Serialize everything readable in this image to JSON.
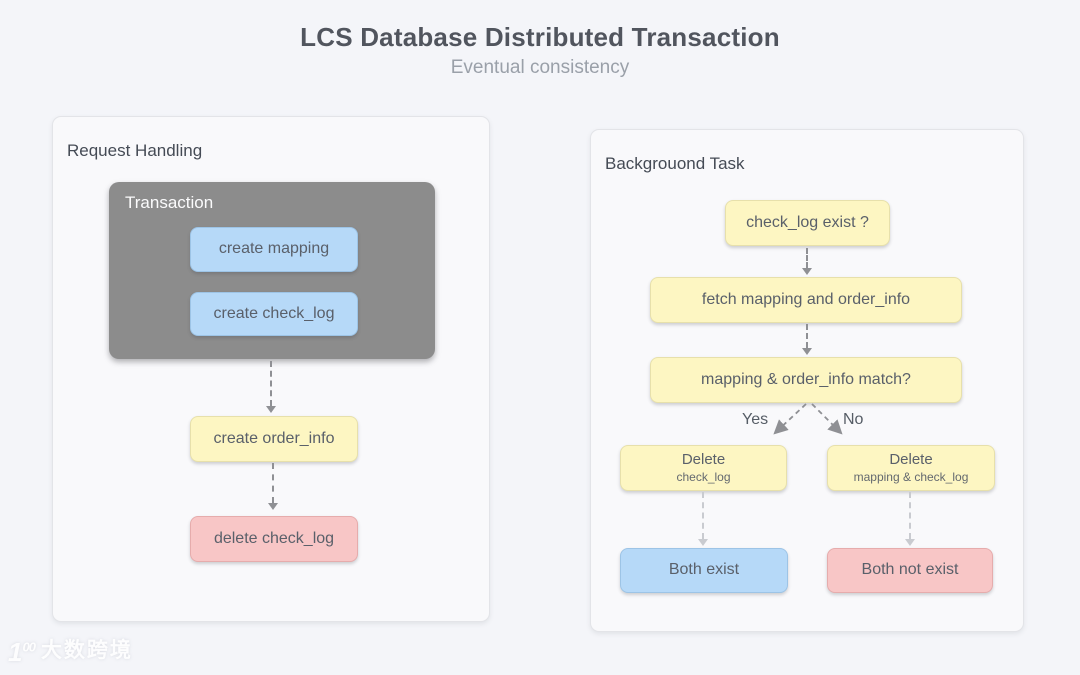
{
  "title": "LCS Database Distributed Transaction",
  "subtitle": "Eventual consistency",
  "colors": {
    "page_bg": "#f4f5f9",
    "panel_bg": "#f9f9fb",
    "group_gray": "#8c8c8c",
    "node_blue": "#b6d9f8",
    "node_yellow": "#fdf6c2",
    "node_pink": "#f8c6c6",
    "arrow_gray": "#8f9094",
    "arrow_light": "#c9cbd0",
    "title_text": "#51555e",
    "subtitle_text": "#9aa0a9",
    "node_text": "#5a606a"
  },
  "left_panel": {
    "header": "Request Handling",
    "transaction_group": {
      "label": "Transaction",
      "nodes": [
        {
          "label": "create mapping",
          "color": "blue"
        },
        {
          "label": "create check_log",
          "color": "blue"
        }
      ]
    },
    "nodes": [
      {
        "label": "create order_info",
        "color": "yellow"
      },
      {
        "label": "delete check_log",
        "color": "pink"
      }
    ]
  },
  "right_panel": {
    "header": "Backgrouond Task",
    "check_node": "check_log exist ?",
    "fetch_node": "fetch mapping and order_info",
    "match_node": "mapping & order_info match?",
    "yes_label": "Yes",
    "no_label": "No",
    "delete_left": {
      "title": "Delete",
      "subtitle": "check_log"
    },
    "delete_right": {
      "title": "Delete",
      "subtitle": "mapping & check_log"
    },
    "result_left": "Both exist",
    "result_right": "Both not exist"
  },
  "watermark": {
    "logo_digit": "1",
    "logo_sup": "00",
    "text": "大数跨境"
  }
}
